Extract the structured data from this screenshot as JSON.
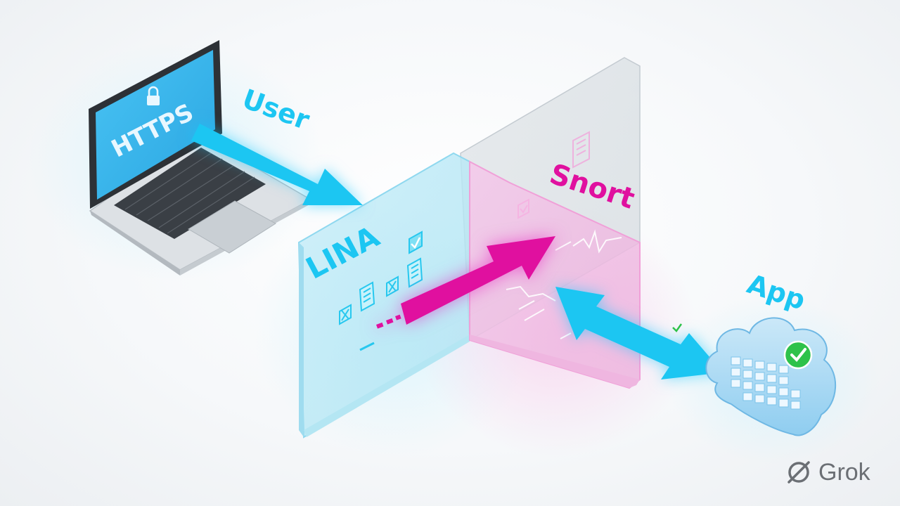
{
  "diagram": {
    "labels": {
      "https": "HTTPS",
      "user": "User",
      "lina": "LINA",
      "snort": "Snort",
      "app": "App"
    },
    "colors": {
      "cyan": "#1cc6f2",
      "magenta": "#e0109f",
      "screen_blue": "#35b7ee",
      "check_green": "#2ec24a"
    },
    "icons": [
      "lock-icon",
      "laptop-icon",
      "cloud-server-icon",
      "checkmark-icon",
      "document-icon"
    ]
  },
  "watermark": {
    "text": "Grok"
  }
}
